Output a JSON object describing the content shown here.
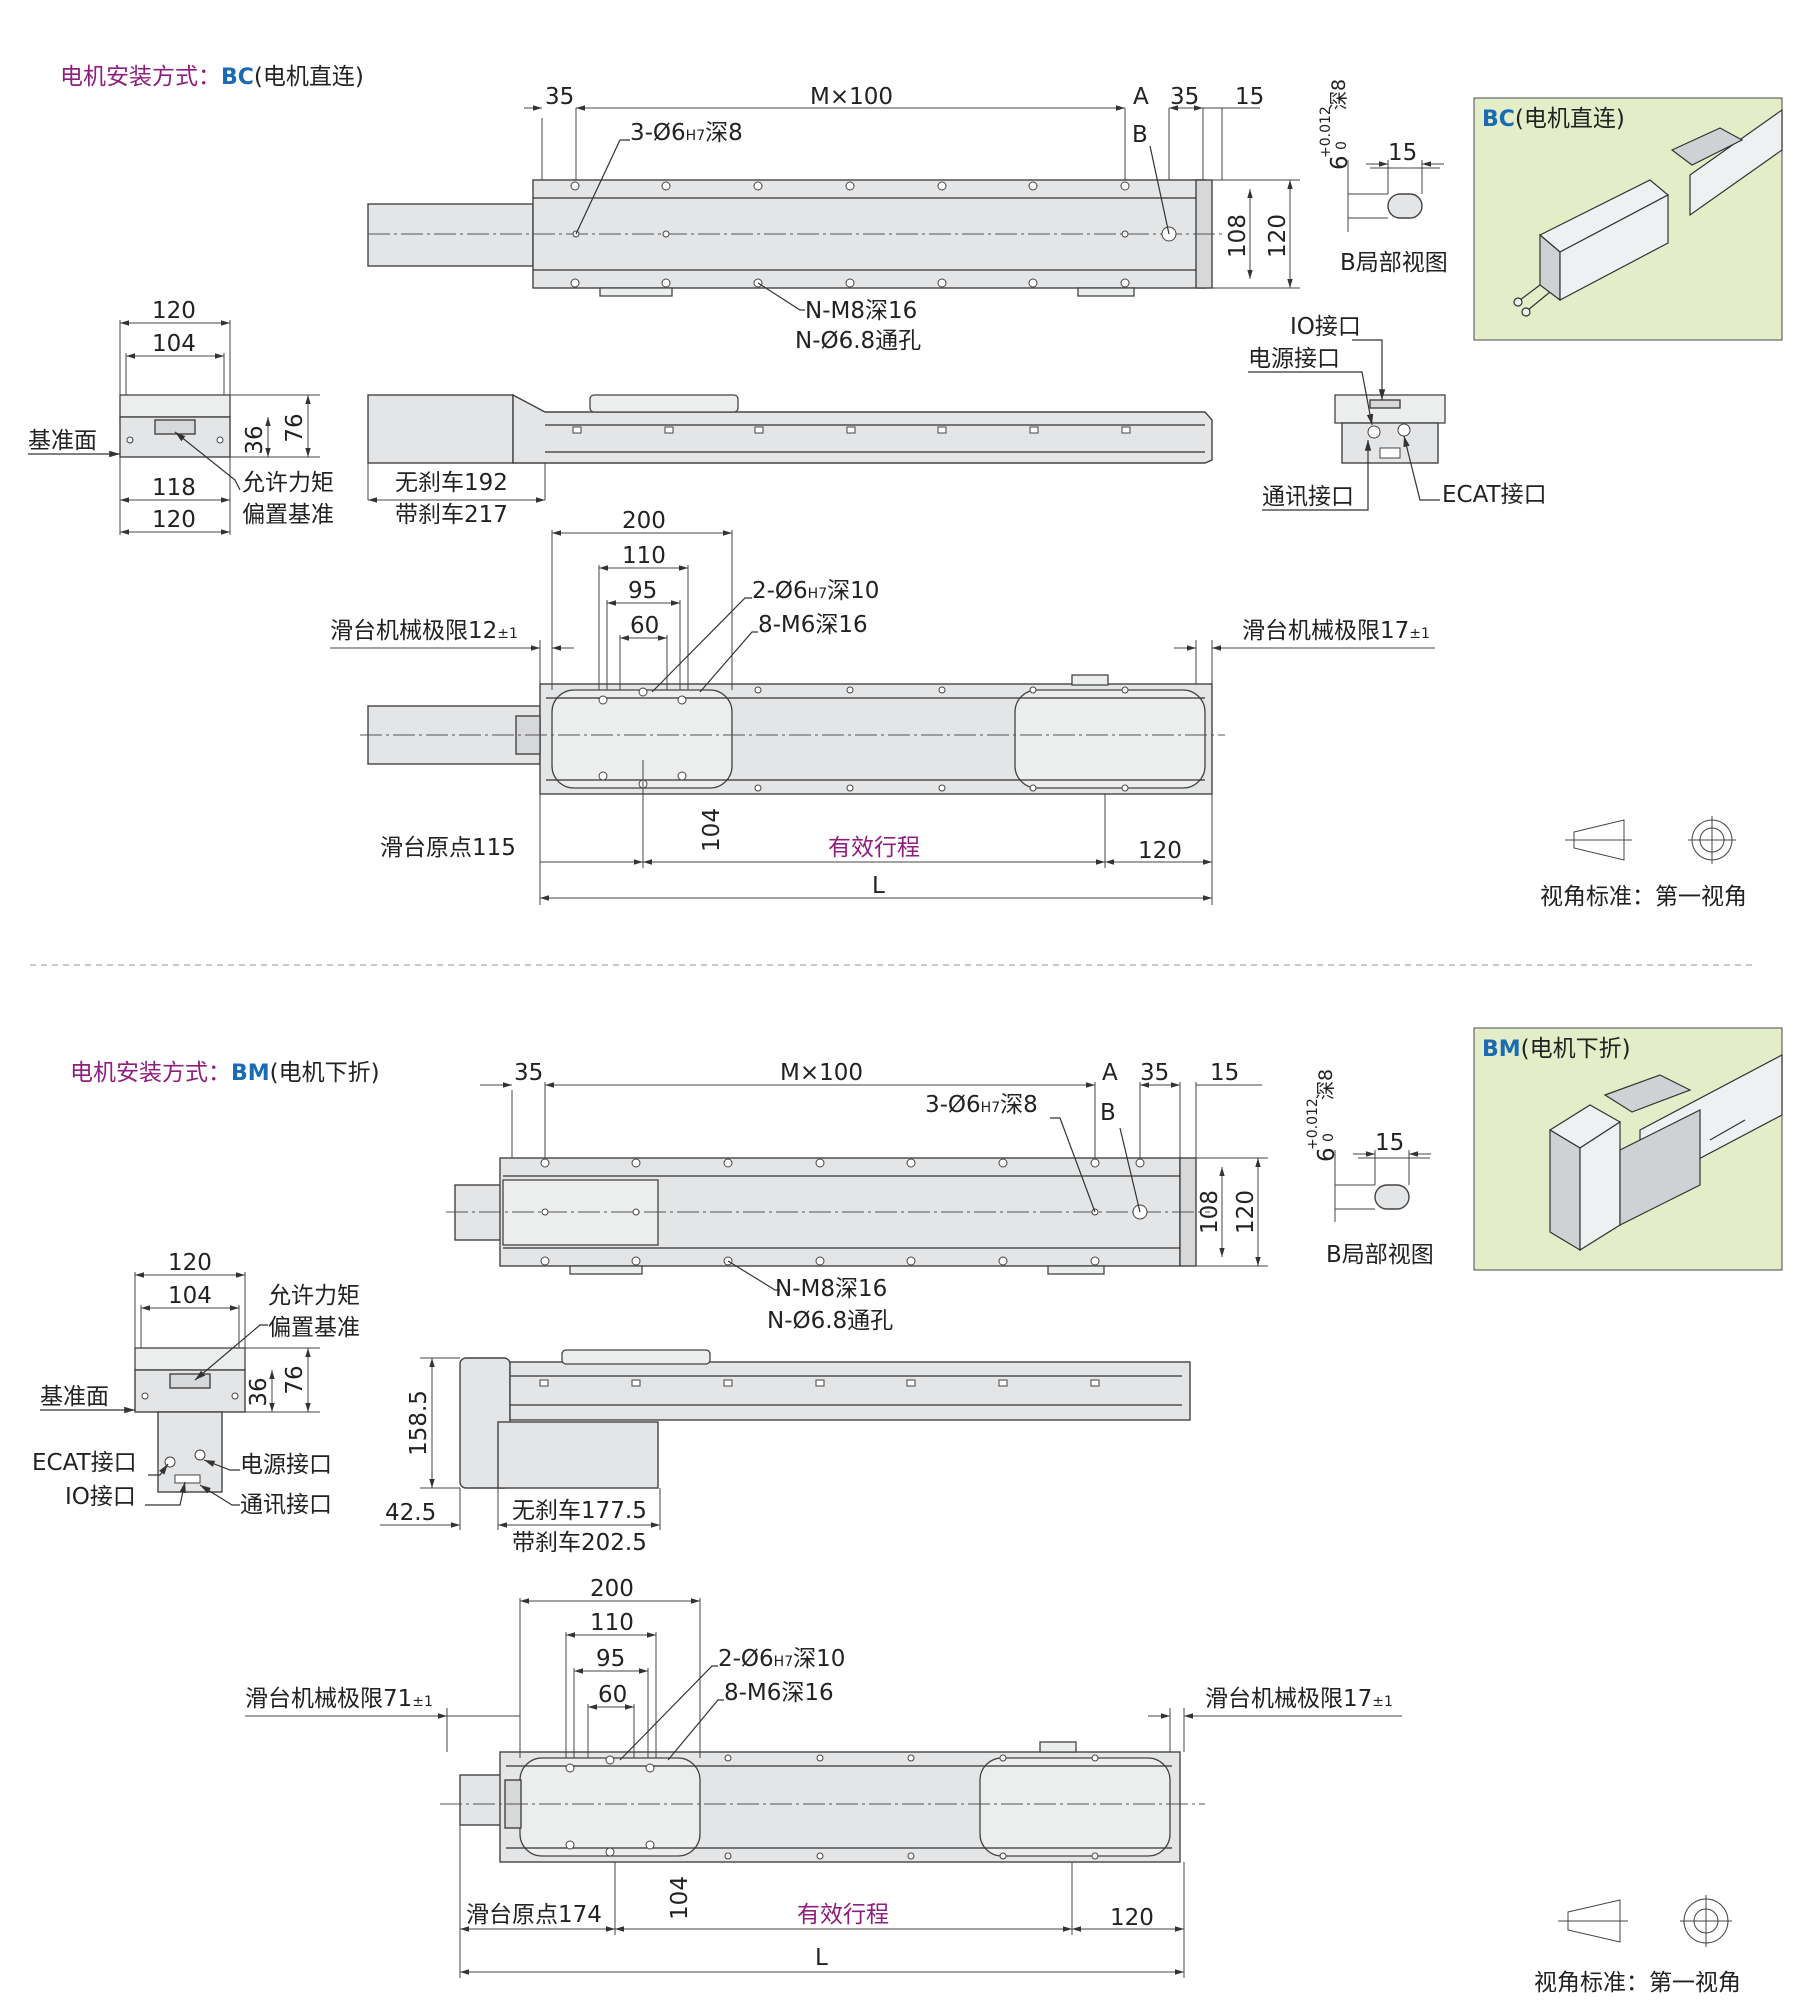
{
  "bc": {
    "title_prefix": "电机安装方式：",
    "code": "BC",
    "title_suffix": "(电机直连)",
    "dims": {
      "d35": "35",
      "m100": "M×100",
      "a": "A",
      "d35b": "35",
      "d15": "15",
      "hole6": "3-Ø6",
      "hole6_tol": "H7",
      "hole6_depth": "深8",
      "b": "B",
      "d108": "108",
      "d120": "120",
      "m8": "N-M8深16",
      "d68": "N-Ø6.8通孔",
      "side_no_brake": "无刹车192",
      "side_brake": "带刹车217",
      "slide200": "200",
      "slide110": "110",
      "slide95": "95",
      "slide60": "60",
      "pin": "2-Ø6",
      "pin_tol": "H7",
      "pin_depth": "深10",
      "m6": "8-M6深16",
      "limit_left": "滑台机械极限12",
      "limit_left_tol": "±1",
      "limit_right": "滑台机械极限17",
      "limit_right_tol": "±1",
      "origin": "滑台原点115",
      "stroke": "有效行程",
      "end120": "120",
      "L": "L",
      "d104": "104"
    },
    "front": {
      "d120_top": "120",
      "d104": "104",
      "d76": "76",
      "d36": "36",
      "d118": "118",
      "d120_bot": "120",
      "ref_face": "基准面",
      "moment1": "允许力矩",
      "moment2": "偏置基准"
    },
    "bview": {
      "tol": "+0.012",
      "tol0": "0",
      "six": "6",
      "depth": "深8",
      "w15": "15",
      "label": "B局部视图"
    },
    "ports": {
      "io": "IO接口",
      "power": "电源接口",
      "comm": "通讯接口",
      "ecat": "ECAT接口"
    },
    "iso": {
      "code": "BC",
      "text": "(电机直连)"
    },
    "angle": "视角标准：第一视角"
  },
  "bm": {
    "title_prefix": "电机安装方式：",
    "code": "BM",
    "title_suffix": "(电机下折)",
    "dims": {
      "d35": "35",
      "m100": "M×100",
      "a": "A",
      "d35b": "35",
      "d15": "15",
      "hole6": "3-Ø6",
      "hole6_tol": "H7",
      "hole6_depth": "深8",
      "b": "B",
      "d108": "108",
      "d120": "120",
      "m8": "N-M8深16",
      "d68": "N-Ø6.8通孔",
      "h158": "158.5",
      "d425": "42.5",
      "side_no_brake": "无刹车177.5",
      "side_brake": "带刹车202.5",
      "slide200": "200",
      "slide110": "110",
      "slide95": "95",
      "slide60": "60",
      "pin": "2-Ø6",
      "pin_tol": "H7",
      "pin_depth": "深10",
      "m6": "8-M6深16",
      "limit_left": "滑台机械极限71",
      "limit_left_tol": "±1",
      "limit_right": "滑台机械极限17",
      "limit_right_tol": "±1",
      "origin": "滑台原点174",
      "stroke": "有效行程",
      "end120": "120",
      "L": "L",
      "d104": "104"
    },
    "front": {
      "d120_top": "120",
      "d104": "104",
      "d76": "76",
      "d36": "36",
      "ref_face": "基准面",
      "moment1": "允许力矩",
      "moment2": "偏置基准",
      "ecat": "ECAT接口",
      "io": "IO接口",
      "power": "电源接口",
      "comm": "通讯接口"
    },
    "bview": {
      "tol": "+0.012",
      "tol0": "0",
      "six": "6",
      "depth": "深8",
      "w15": "15",
      "label": "B局部视图"
    },
    "iso": {
      "code": "BM",
      "text": "(电机下折)"
    },
    "angle": "视角标准：第一视角"
  }
}
